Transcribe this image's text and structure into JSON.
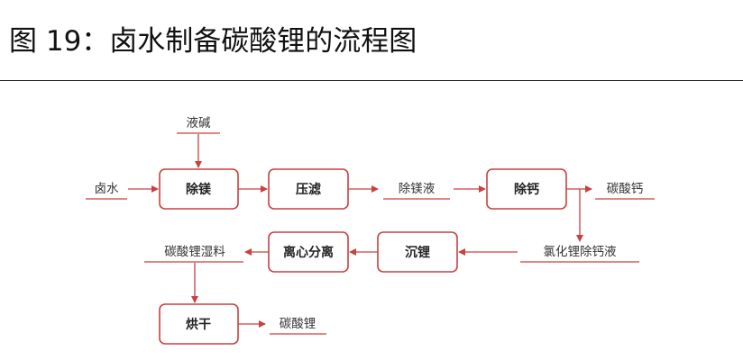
{
  "title": "图 19：卤水制备碳酸锂的流程图",
  "process_boxes": {
    "remove_magnesium": "除镁",
    "press_filter": "压滤",
    "remove_calcium": "除钙",
    "lithium_precipitation": "沉锂",
    "centrifugal_separation": "离心分离",
    "drying": "烘干"
  },
  "material_labels": {
    "lye": "液碱",
    "brine": "卤水",
    "demagnesium_liquid": "除镁液",
    "calcium_carbonate": "碳酸钙",
    "lithium_chloride_decalcium_liquid": "氯化锂除钙液",
    "lithium_carbonate_wet_material": "碳酸锂湿料",
    "lithium_carbonate": "碳酸锂"
  },
  "colors": {
    "line": "#c9403f",
    "text": "#333333"
  }
}
